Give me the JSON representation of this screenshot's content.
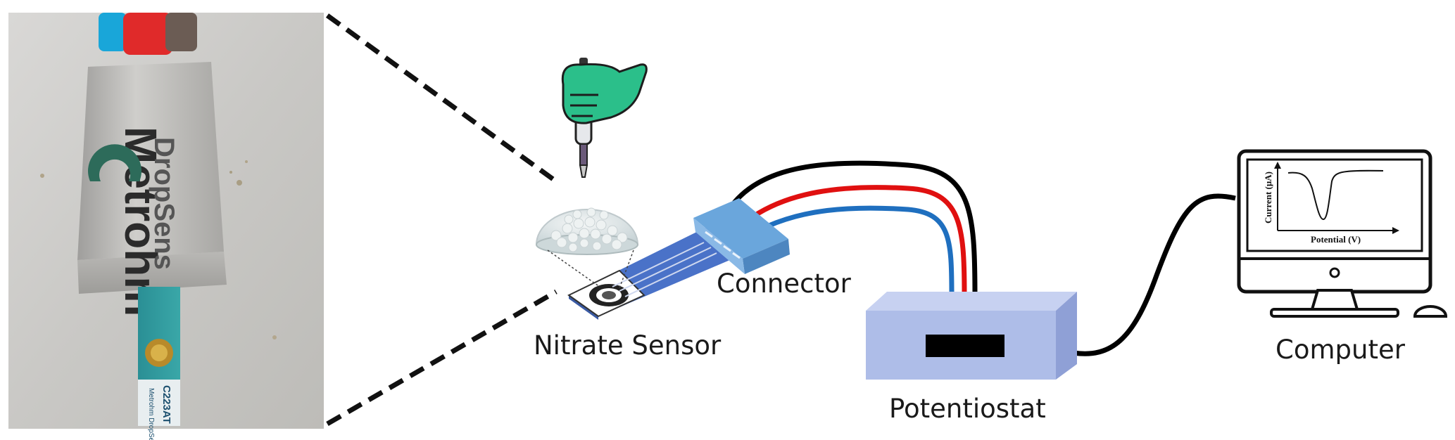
{
  "photo": {
    "brand": "Metrohm",
    "brand_sub": "DropSens",
    "strip_code": "C223AT",
    "strip_brand": "Metrohm DropSens"
  },
  "labels": {
    "sensor": "Nitrate Sensor",
    "connector": "Connector",
    "potentiostat": "Potentiostat",
    "computer": "Computer"
  },
  "screen_plot": {
    "xlabel": "Potential (V)",
    "ylabel": "Current (μA)"
  },
  "colors": {
    "sensor_strip": "#4a72c8",
    "connector": "#6aa6dc",
    "potentiostat": "#aebde8",
    "cable_black": "#000000",
    "cable_red": "#e01010",
    "cable_blue": "#1f6fbf",
    "glove": "#2bbf8a"
  },
  "icons": [
    "pipette-icon",
    "droplet-dome-icon",
    "computer-monitor-icon",
    "mouse-icon",
    "keyboard-icon"
  ]
}
